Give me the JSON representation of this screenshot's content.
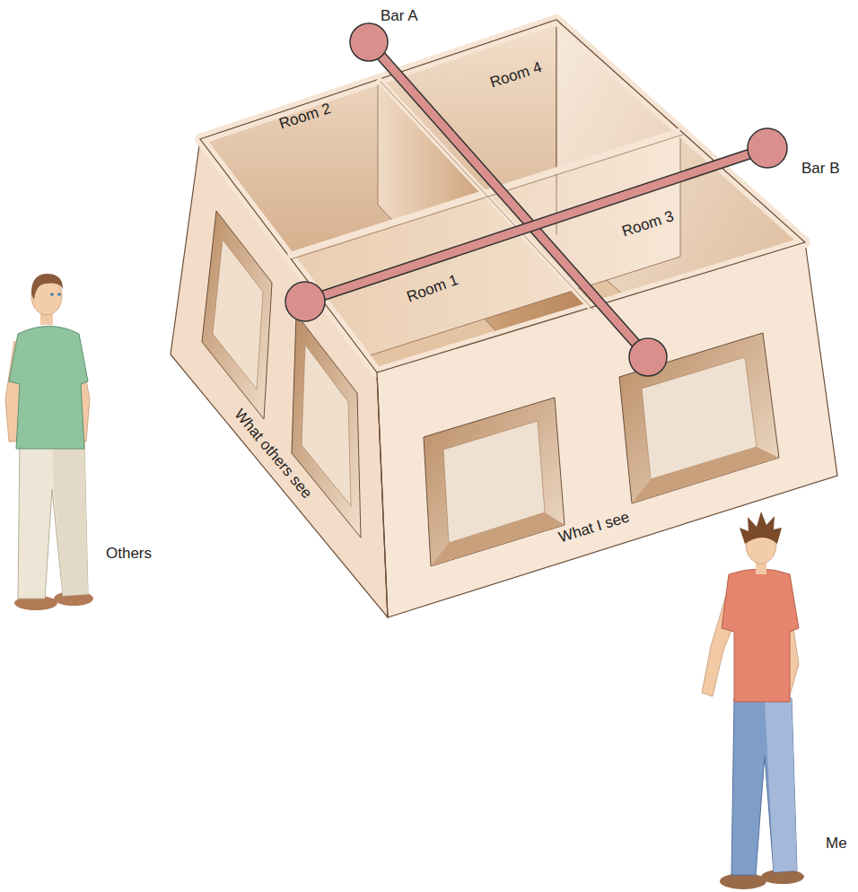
{
  "diagram": {
    "nodes": [
      {
        "text": [
          "Room 1"
        ]
      },
      {
        "text": [
          "Room 2"
        ]
      },
      {
        "text": [
          "Room 3"
        ]
      },
      {
        "text": [
          "Room 4"
        ]
      },
      {
        "text": [
          "What others see"
        ]
      },
      {
        "text": [
          "What I see"
        ]
      }
    ],
    "labels": [
      "Bar A",
      "Bar B",
      "Others",
      "Me"
    ]
  }
}
